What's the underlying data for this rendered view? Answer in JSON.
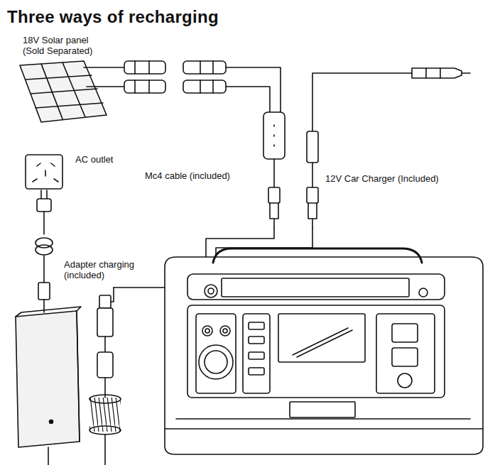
{
  "diagram": {
    "title": "Three ways of recharging",
    "labels": [
      "18V Solar panel (Sold Separated)",
      "AC outlet",
      "Mc4 cable (included)",
      "12V Car Charger (Included)",
      "Adapter charging (included)"
    ]
  }
}
